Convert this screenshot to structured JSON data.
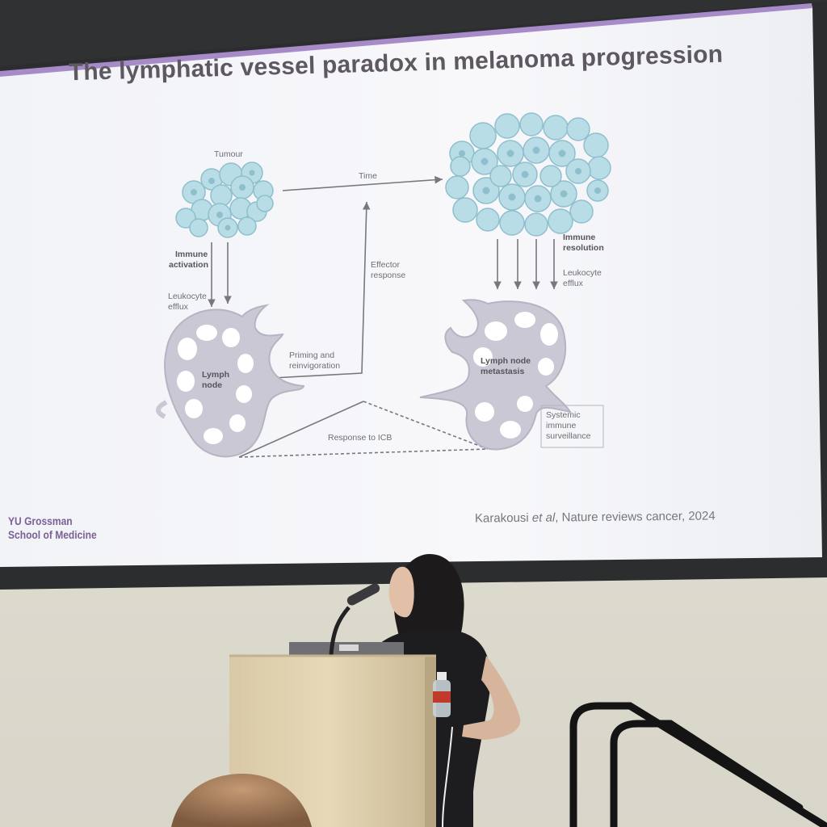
{
  "slide": {
    "title": "The lymphatic vessel paradox in melanoma progression",
    "citation_author": "Karakousi ",
    "citation_etal": "et al",
    "citation_rest": ", Nature reviews cancer, 2024",
    "logo_line1": "YU Grossman",
    "logo_line2": "School of Medicine",
    "accent_color": "#a78bc9"
  },
  "diagram": {
    "tumour": "Tumour",
    "time": "Time",
    "immune_activation_1": "Immune",
    "immune_activation_2": "activation",
    "leukocyte_left_1": "Leukocyte",
    "leukocyte_left_2": "efflux",
    "effector_1": "Effector",
    "effector_2": "response",
    "lymph_node_1": "Lymph",
    "lymph_node_2": "node",
    "priming_1": "Priming and",
    "priming_2": "reinvigoration",
    "immune_resolution_1": "Immune",
    "immune_resolution_2": "resolution",
    "leukocyte_right_1": "Leukocyte",
    "leukocyte_right_2": "efflux",
    "ln_metastasis_1": "Lymph node",
    "ln_metastasis_2": "metastasis",
    "systemic_1": "Systemic",
    "systemic_2": "immune",
    "systemic_3": "surveillance",
    "response_icb": "Response to ICB"
  },
  "colors": {
    "cell_fill": "#b9dde6",
    "cell_stroke": "#8fbfcd",
    "node_fill": "#c9c8d4",
    "node_spot": "#ffffff",
    "arrow": "#77777d"
  }
}
